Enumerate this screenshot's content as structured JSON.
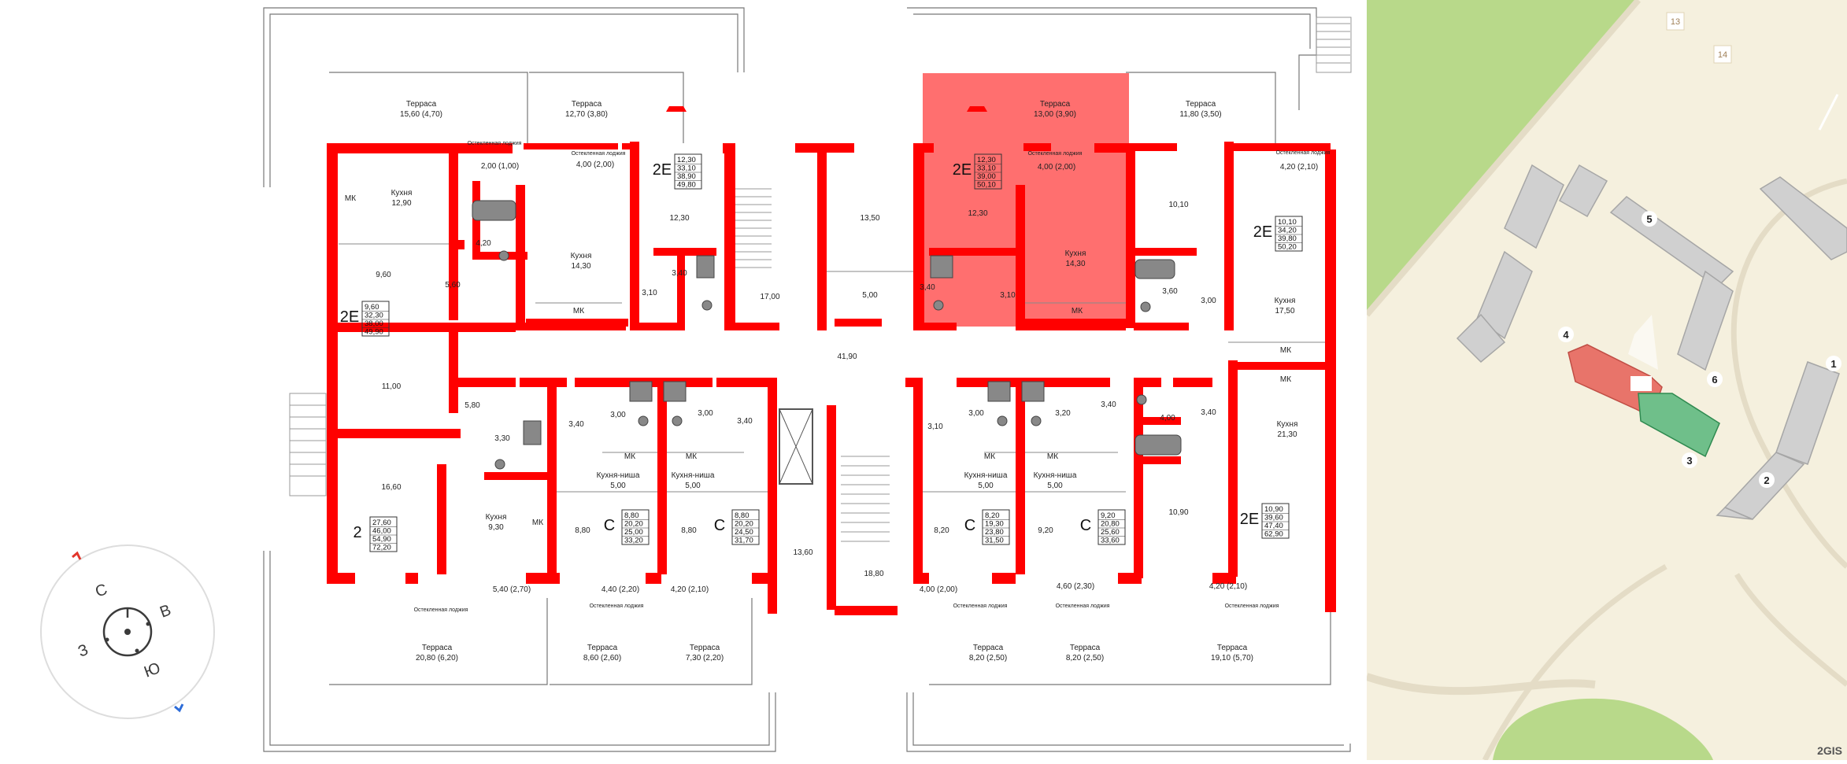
{
  "compass": {
    "north": "С",
    "east": "В",
    "south": "Ю",
    "west": "З"
  },
  "units": [
    {
      "type": "2E",
      "areas": [
        "12,30",
        "33,10",
        "38,90",
        "49,80"
      ]
    },
    {
      "type": "2E",
      "areas": [
        "12,30",
        "33,10",
        "39,00",
        "50,10"
      ],
      "highlighted": true
    },
    {
      "type": "2E",
      "areas": [
        "10,10",
        "34,20",
        "39,80",
        "50,20"
      ]
    },
    {
      "type": "2E",
      "areas": [
        "9,60",
        "32,30",
        "38,00",
        "49,90"
      ]
    },
    {
      "type": "2",
      "areas": [
        "27,60",
        "46,00",
        "54,90",
        "72,20"
      ]
    },
    {
      "type": "С",
      "areas": [
        "8,80",
        "20,20",
        "25,00",
        "33,20"
      ]
    },
    {
      "type": "С",
      "areas": [
        "8,80",
        "20,20",
        "24,50",
        "31,70"
      ]
    },
    {
      "type": "С",
      "areas": [
        "8,20",
        "19,30",
        "23,80",
        "31,50"
      ]
    },
    {
      "type": "С",
      "areas": [
        "9,20",
        "20,80",
        "25,60",
        "33,60"
      ]
    },
    {
      "type": "2E",
      "areas": [
        "10,90",
        "39,60",
        "47,40",
        "62,90"
      ]
    }
  ],
  "rooms": {
    "terrace_1": {
      "name": "Терраса",
      "area": "15,60 (4,70)"
    },
    "terrace_2": {
      "name": "Терраса",
      "area": "12,70 (3,80)"
    },
    "terrace_3": {
      "name": "Терраса",
      "area": "13,00 (3,90)"
    },
    "terrace_4": {
      "name": "Терраса",
      "area": "11,80 (3,50)"
    },
    "terrace_5": {
      "name": "Терраса",
      "area": "20,80 (6,20)"
    },
    "terrace_6": {
      "name": "Терраса",
      "area": "8,60 (2,60)"
    },
    "terrace_7": {
      "name": "Терраса",
      "area": "7,30 (2,20)"
    },
    "terrace_8": {
      "name": "Терраса",
      "area": "8,20 (2,50)"
    },
    "terrace_9": {
      "name": "Терраса",
      "area": "8,20 (2,50)"
    },
    "terrace_10": {
      "name": "Терраса",
      "area": "19,10 (5,70)"
    },
    "kitchen_1": {
      "name": "Кухня",
      "area": "12,90"
    },
    "kitchen_2": {
      "name": "Кухня",
      "area": "14,30"
    },
    "kitchen_3": {
      "name": "Кухня",
      "area": "14,30"
    },
    "kitchen_4": {
      "name": "Кухня",
      "area": "17,50"
    },
    "kitchen_5": {
      "name": "Кухня",
      "area": "21,30"
    },
    "kitchen_6": {
      "name": "Кухня",
      "area": "9,30"
    },
    "kitchen_niche_1": {
      "name": "Кухня-ниша",
      "area": "5,00"
    },
    "kitchen_niche_2": {
      "name": "Кухня-ниша",
      "area": "5,00"
    },
    "kitchen_niche_3": {
      "name": "Кухня-ниша",
      "area": "5,00"
    },
    "kitchen_niche_4": {
      "name": "Кухня-ниша",
      "area": "5,00"
    },
    "loggia_label": "Остекленная лоджия",
    "mk_label": "МК",
    "loggia_1": "2,00 (1,00)",
    "loggia_2": "4,00 (2,00)",
    "loggia_3": "4,00 (2,00)",
    "loggia_4": "4,20 (2,10)",
    "loggia_5": "5,40 (2,70)",
    "loggia_6": "4,40 (2,20)",
    "loggia_7": "4,20 (2,10)",
    "loggia_8": "4,00 (2,00)",
    "loggia_9": "4,60 (2,30)",
    "loggia_10": "4,20 (2,10)",
    "corridor": "41,90",
    "stair_1": "17,00",
    "stair_2": "13,60",
    "stair_3": "18,80",
    "plain_areas": [
      {
        "id": "a1",
        "v": "12,30"
      },
      {
        "id": "a2",
        "v": "12,30"
      },
      {
        "id": "a3",
        "v": "13,50"
      },
      {
        "id": "a4",
        "v": "5,00"
      },
      {
        "id": "a5",
        "v": "10,10"
      },
      {
        "id": "a6",
        "v": "9,60"
      },
      {
        "id": "a7",
        "v": "5,60"
      },
      {
        "id": "a8",
        "v": "4,20"
      },
      {
        "id": "a9",
        "v": "3,40"
      },
      {
        "id": "a10",
        "v": "3,10"
      },
      {
        "id": "a11",
        "v": "3,40"
      },
      {
        "id": "a12",
        "v": "3,10"
      },
      {
        "id": "a13",
        "v": "3,60"
      },
      {
        "id": "a14",
        "v": "3,00"
      },
      {
        "id": "a15",
        "v": "11,00"
      },
      {
        "id": "a16",
        "v": "5,80"
      },
      {
        "id": "a17",
        "v": "3,30"
      },
      {
        "id": "a18",
        "v": "16,60"
      },
      {
        "id": "a19",
        "v": "3,40"
      },
      {
        "id": "a20",
        "v": "3,00"
      },
      {
        "id": "a21",
        "v": "3,00"
      },
      {
        "id": "a22",
        "v": "3,40"
      },
      {
        "id": "a23",
        "v": "3,10"
      },
      {
        "id": "a24",
        "v": "3,00"
      },
      {
        "id": "a25",
        "v": "3,20"
      },
      {
        "id": "a26",
        "v": "3,40"
      },
      {
        "id": "a27",
        "v": "4,00"
      },
      {
        "id": "a28",
        "v": "3,40"
      },
      {
        "id": "a29",
        "v": "8,80"
      },
      {
        "id": "a30",
        "v": "8,80"
      },
      {
        "id": "a31",
        "v": "8,20"
      },
      {
        "id": "a32",
        "v": "9,20"
      },
      {
        "id": "a33",
        "v": "10,90"
      }
    ]
  },
  "map": {
    "buildings": [
      "1",
      "2",
      "3",
      "4",
      "5",
      "6"
    ],
    "tags": [
      "13",
      "14"
    ],
    "brand": "2GIS"
  },
  "colors": {
    "wall": "#ff0000",
    "highlight": "#ff6f6f",
    "selected_section": "#e8746a",
    "neighbor_section": "#6fbf8a",
    "park": "#b8d98a"
  }
}
